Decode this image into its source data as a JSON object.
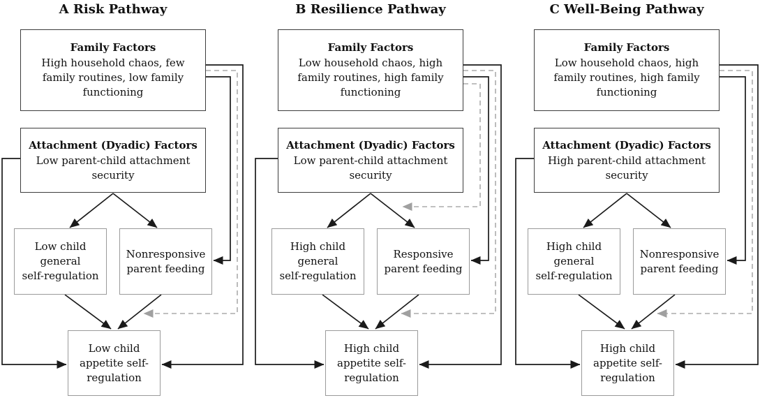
{
  "figure": {
    "description_labels": {
      "panel_a_title": "A Risk Pathway",
      "panel_b_title": "B Resilience Pathway",
      "panel_c_title": "C Well-Being Pathway"
    }
  },
  "panels": [
    {
      "title": "A Risk Pathway",
      "family_heading": "Family Factors",
      "family_body": "High household chaos, few\nfamily routines, low family\nfunctioning",
      "attachment_heading": "Attachment (Dyadic) Factors",
      "attachment_body": "Low parent-child attachment\nsecurity",
      "left_box": "Low child\ngeneral\nself-regulation",
      "right_box": "Nonresponsive\nparent feeding",
      "bottom_box": "Low child\nappetite self-\nregulation"
    },
    {
      "title": "B Resilience Pathway",
      "family_heading": "Family Factors",
      "family_body": "Low household chaos, high\nfamily routines, high family\nfunctioning",
      "attachment_heading": "Attachment (Dyadic) Factors",
      "attachment_body": "Low parent-child attachment\nsecurity",
      "left_box": "High child\ngeneral\nself-regulation",
      "right_box": "Responsive\nparent feeding",
      "bottom_box": "High child\nappetite self-\nregulation"
    },
    {
      "title": "C Well-Being Pathway",
      "family_heading": "Family Factors",
      "family_body": "Low household chaos, high\nfamily routines, high family\nfunctioning",
      "attachment_heading": "Attachment (Dyadic) Factors",
      "attachment_body": "High parent-child attachment\nsecurity",
      "left_box": "High child\ngeneral\nself-regulation",
      "right_box": "Nonresponsive\nparent feeding",
      "bottom_box": "High child\nappetite self-\nregulation"
    }
  ],
  "colors": {
    "solid_arrow": "#1a1a1a",
    "dashed_arrow": "#ababab",
    "box_border_dark": "#3c3c3c",
    "box_border_light": "#9a9a9a",
    "text": "#111111",
    "background": "#ffffff"
  }
}
